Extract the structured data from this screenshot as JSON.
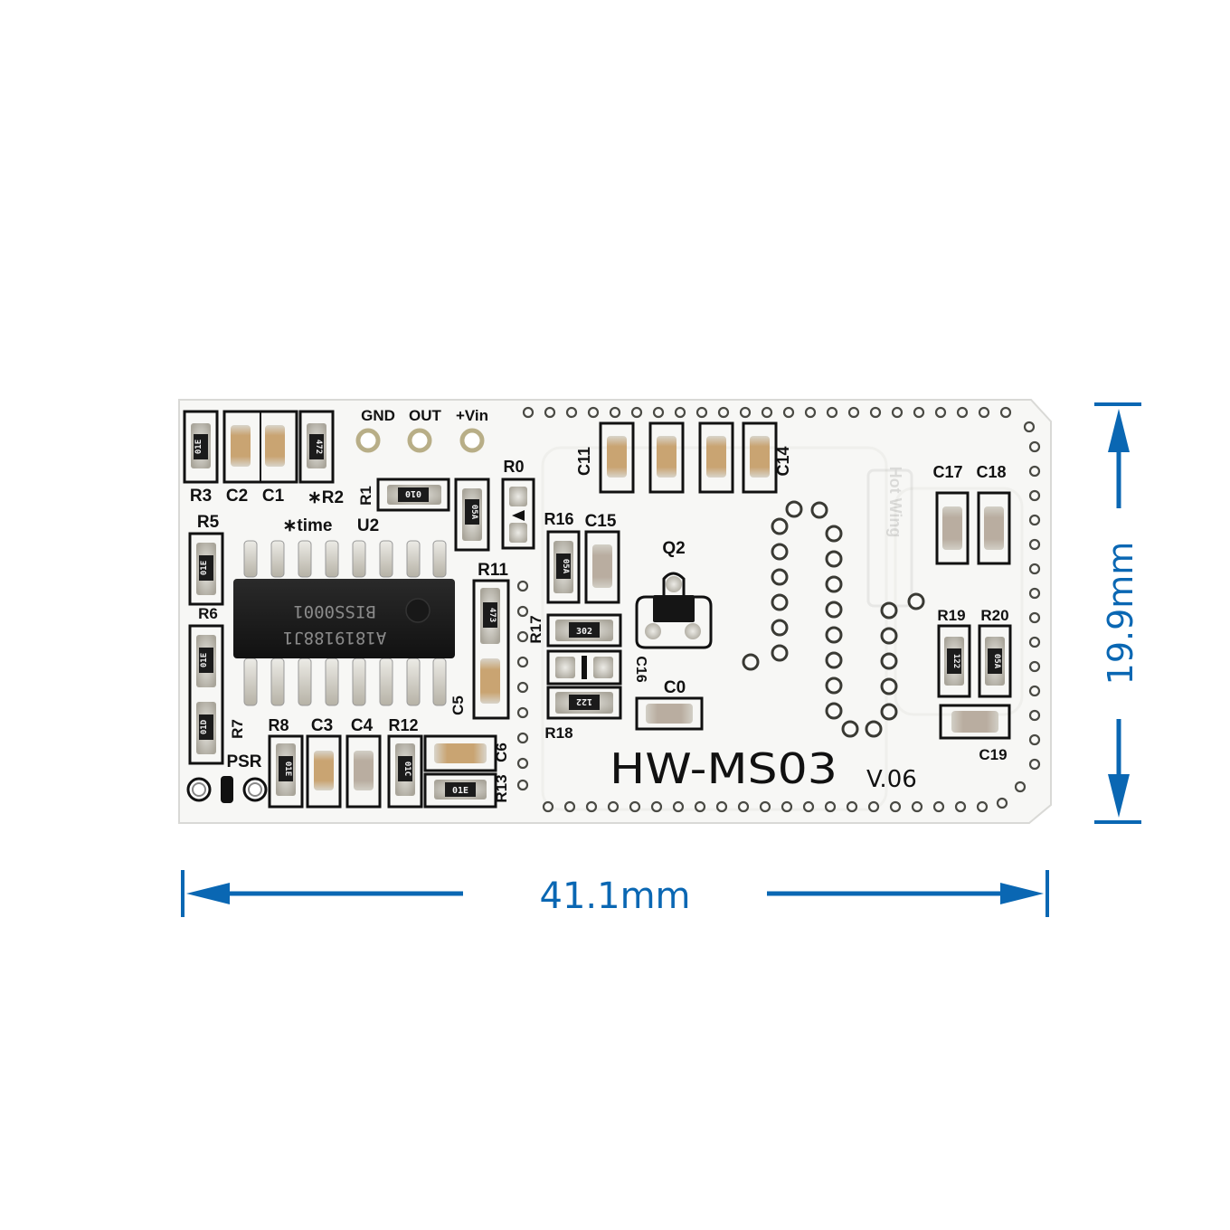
{
  "board": {
    "model": "HW-MS03",
    "version": "V.06",
    "watermark": "Hot Wing",
    "colors": {
      "pcb": "#f7f7f5",
      "silkscreen": "#111111",
      "pad": "#c9c6bd",
      "capacitor": "#c9a472",
      "ic_body": "#1b1b1b",
      "dimension": "#0a67b3"
    }
  },
  "header_pins": {
    "labels": [
      "GND",
      "OUT",
      "+Vin"
    ]
  },
  "ic": {
    "designator": "U2",
    "line1": "A1819188J1",
    "line2": "BISS0001",
    "pins_per_side": 8
  },
  "annotations": {
    "r2_note": "∗R2",
    "time_note": "∗time",
    "psr": "PSR"
  },
  "components": {
    "R3": {
      "label": "R3",
      "code": "01E"
    },
    "C2": {
      "label": "C2"
    },
    "C1": {
      "label": "C1"
    },
    "R2": {
      "label": "R2",
      "code": "472"
    },
    "R1": {
      "label": "R1",
      "code": "010"
    },
    "R_near_R0": {
      "code": "05A"
    },
    "R0": {
      "label": "R0"
    },
    "R5": {
      "label": "R5",
      "code": "01E"
    },
    "R6": {
      "label": "R6",
      "code": "01E"
    },
    "R7": {
      "label": "R7",
      "code": "01D"
    },
    "R8": {
      "label": "R8",
      "code": "01E"
    },
    "C3": {
      "label": "C3"
    },
    "C4": {
      "label": "C4"
    },
    "R12": {
      "label": "R12",
      "code": "01C"
    },
    "C6": {
      "label": "C6"
    },
    "R13": {
      "label": "R13",
      "code": "01E"
    },
    "R11": {
      "label": "R11",
      "code": "473"
    },
    "C5": {
      "label": "C5"
    },
    "C11": {
      "label": "C11"
    },
    "C14": {
      "label": "C14"
    },
    "R16": {
      "label": "R16",
      "code": "05A"
    },
    "C15": {
      "label": "C15"
    },
    "Q2": {
      "label": "Q2"
    },
    "R17": {
      "label": "R17",
      "code": "302"
    },
    "C16": {
      "label": "C16"
    },
    "R18": {
      "label": "R18",
      "code": "122"
    },
    "C0": {
      "label": "C0"
    },
    "C17": {
      "label": "C17"
    },
    "C18": {
      "label": "C18"
    },
    "R19": {
      "label": "R19",
      "code": "122"
    },
    "R20": {
      "label": "R20",
      "code": "05A"
    },
    "C19": {
      "label": "C19"
    }
  },
  "dimensions": {
    "width": {
      "label": "41.1mm",
      "value": 41.1,
      "unit": "mm"
    },
    "height": {
      "label": "19.9mm",
      "value": 19.9,
      "unit": "mm"
    }
  }
}
